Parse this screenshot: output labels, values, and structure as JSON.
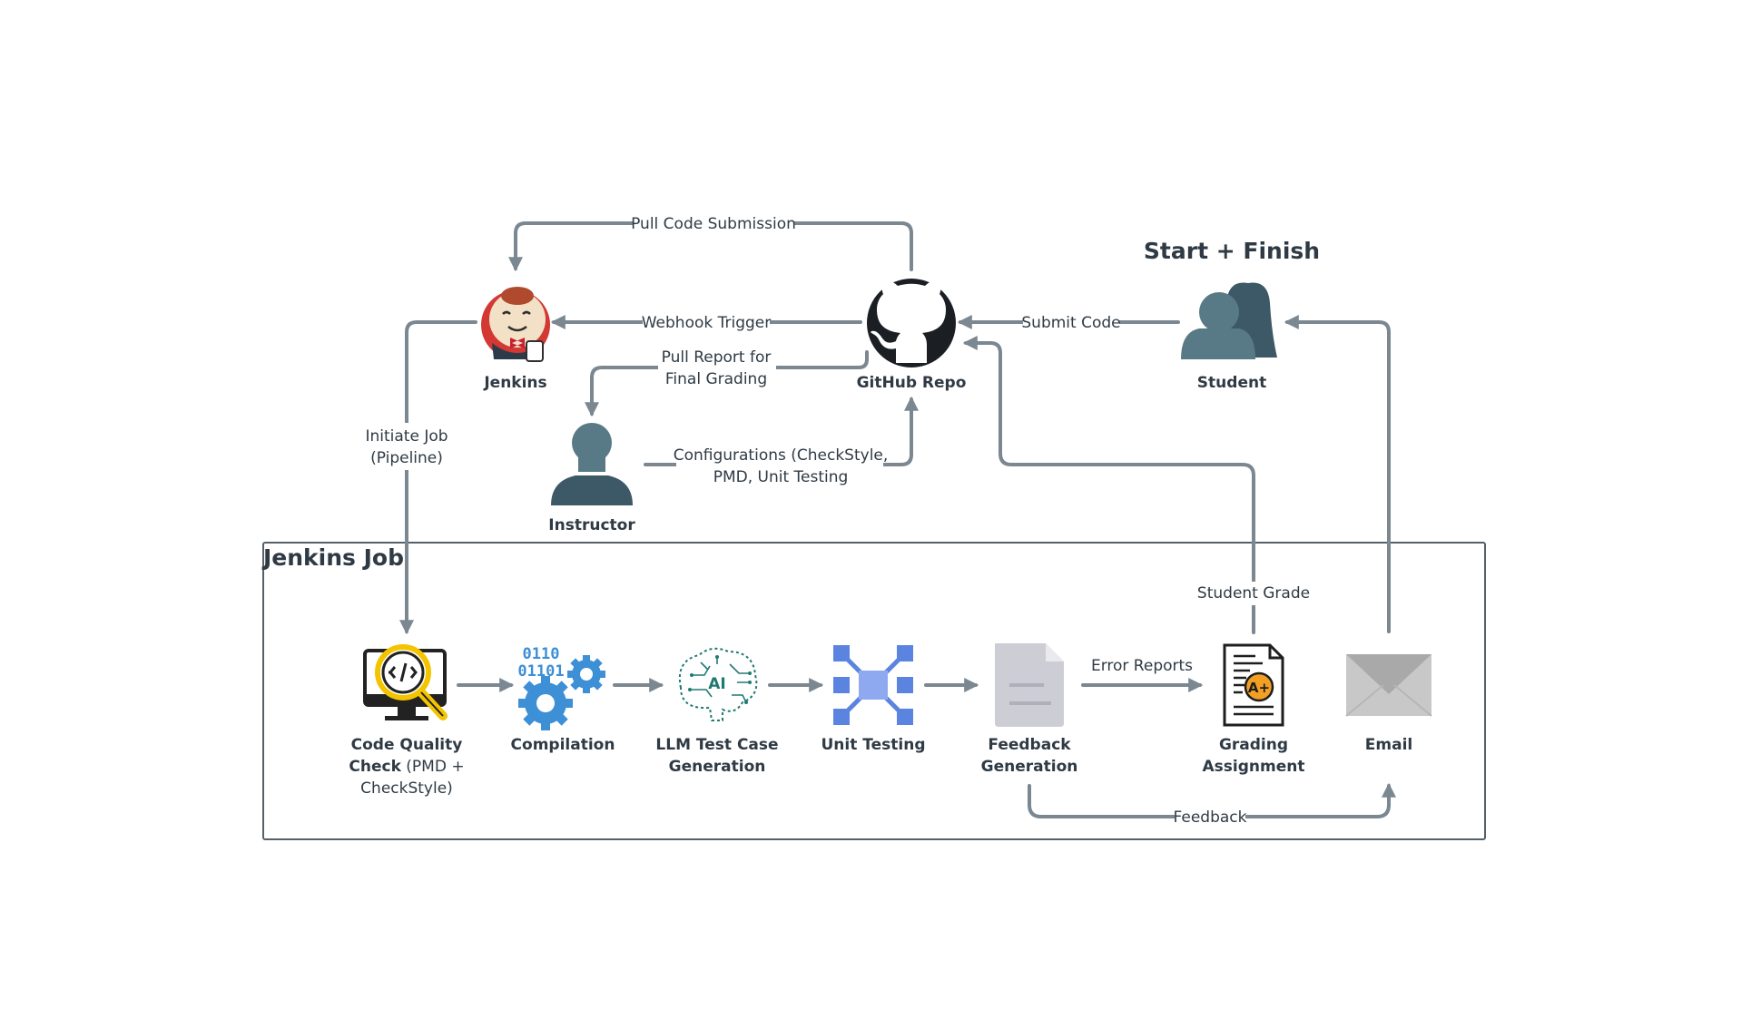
{
  "diagram": {
    "start_finish_title": "Start + Finish",
    "job_group_title": "Jenkins Job",
    "nodes": {
      "jenkins": "Jenkins",
      "github": "GitHub Repo",
      "student": "Student",
      "instructor": "Instructor",
      "code_quality_line1": "Code Quality",
      "code_quality_line2_bold": "Check",
      "code_quality_line2_rest": " (PMD +",
      "code_quality_line3": "CheckStyle)",
      "compilation": "Compilation",
      "llm_line1": "LLM Test Case",
      "llm_line2": "Generation",
      "unit_testing": "Unit Testing",
      "feedback_line1": "Feedback",
      "feedback_line2": "Generation",
      "grading_line1": "Grading",
      "grading_line2": "Assignment",
      "email": "Email"
    },
    "edges": {
      "pull_code": "Pull Code Submission",
      "webhook": "Webhook Trigger",
      "submit_code": "Submit Code",
      "pull_report_line1": "Pull Report for",
      "pull_report_line2": "Final Grading",
      "initiate_line1": "Initiate Job",
      "initiate_line2": "(Pipeline)",
      "config_line1": "Configurations (CheckStyle,",
      "config_line2": "PMD, Unit Testing",
      "student_grade": "Student Grade",
      "error_reports": "Error Reports",
      "feedback": "Feedback"
    },
    "icon_text": {
      "binary_line1": "0110",
      "binary_line2": "01101",
      "ai": "AI",
      "grade": "A+"
    },
    "colors": {
      "edge": "#7b8791",
      "text": "#2f3a44",
      "person": "#587a86",
      "person_dark": "#3d5866",
      "unit_testing_blue": "#5b84e0",
      "compilation_blue": "#3d8fd6",
      "ai_teal": "#1f7a72",
      "jenkins_red": "#d33833",
      "quality_yellow": "#f4c400"
    }
  }
}
